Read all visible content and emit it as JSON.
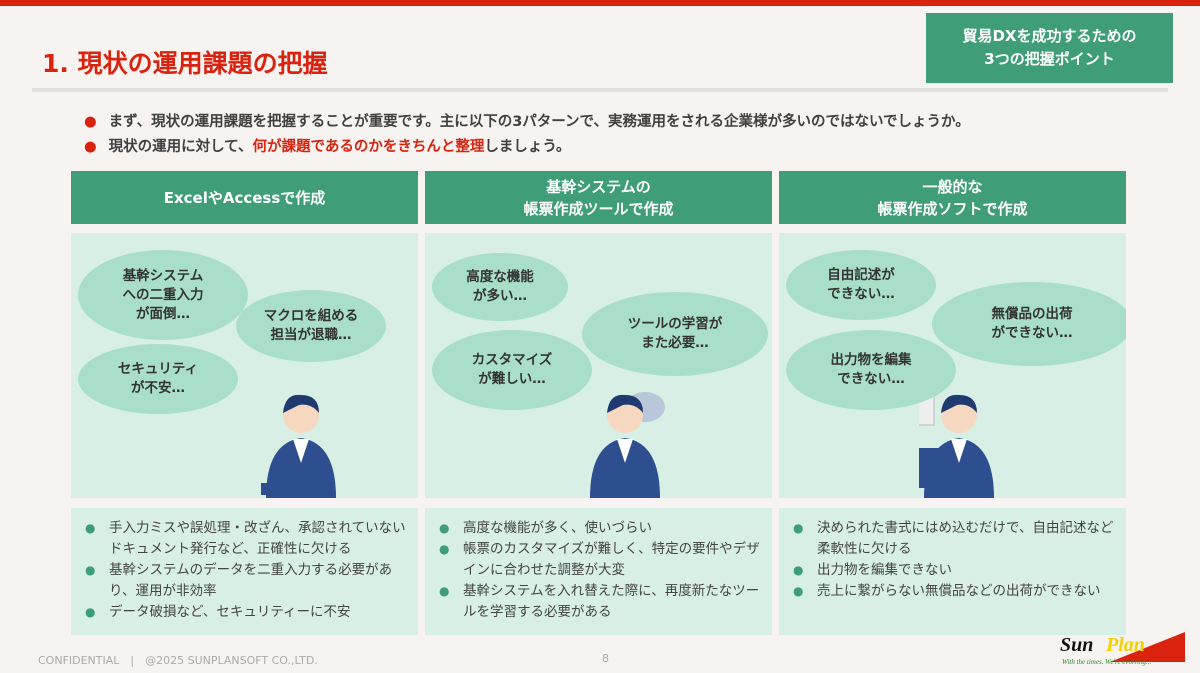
{
  "title": "1. 現状の運用課題の把握",
  "badge": {
    "line1": "貿易DXを成功するための",
    "line2": "3つの把握ポイント"
  },
  "intro": {
    "line1": "まず、現状の運用課題を把握することが重要です。主に以下の3パターンで、実務運用をされる企業様が多いのではないでしょうか。",
    "line2_pre": "現状の運用に対して、",
    "line2_red": "何が課題であるのかをきちんと整理",
    "line2_post": "しましょう。"
  },
  "columns": [
    {
      "header": [
        "ExcelやAccessで作成"
      ],
      "bubbles": [
        "基幹システム\nへの二重入力\nが面倒…",
        "マクロを組める\n担当が退職…",
        "セキュリティ\nが不安…"
      ],
      "bullets": [
        "手入力ミスや誤処理・改ざん、承認されていないドキュメント発行など、正確性に欠ける",
        "基幹システムのデータを二重入力する必要があり、運用が非効率",
        "データ破損など、セキュリティーに不安"
      ]
    },
    {
      "header": [
        "基幹システムの",
        "帳票作成ツールで作成"
      ],
      "bubbles": [
        "高度な機能\nが多い…",
        "ツールの学習が\nまた必要…",
        "カスタマイズ\nが難しい…"
      ],
      "bullets": [
        "高度な機能が多く、使いづらい",
        "帳票のカスタマイズが難しく、特定の要件やデザインに合わせた調整が大変",
        "基幹システムを入れ替えた際に、再度新たなツールを学習する必要がある"
      ]
    },
    {
      "header": [
        "一般的な",
        "帳票作成ソフトで作成"
      ],
      "bubbles": [
        "自由記述が\nできない…",
        "無償品の出荷\nができない…",
        "出力物を編集\nできない…"
      ],
      "bullets": [
        "決められた書式にはめ込むだけで、自由記述など柔軟性に欠ける",
        "出力物を編集できない",
        "売上に繋がらない無償品などの出荷ができない"
      ]
    }
  ],
  "footer": {
    "confidential": "CONFIDENTIAL　|　@2025 SUNPLANSOFT CO.,LTD.",
    "page": "8"
  },
  "logo": {
    "sun": "Sun",
    "plan": "Plan",
    "tagline": "With the times. We're evolving..."
  }
}
